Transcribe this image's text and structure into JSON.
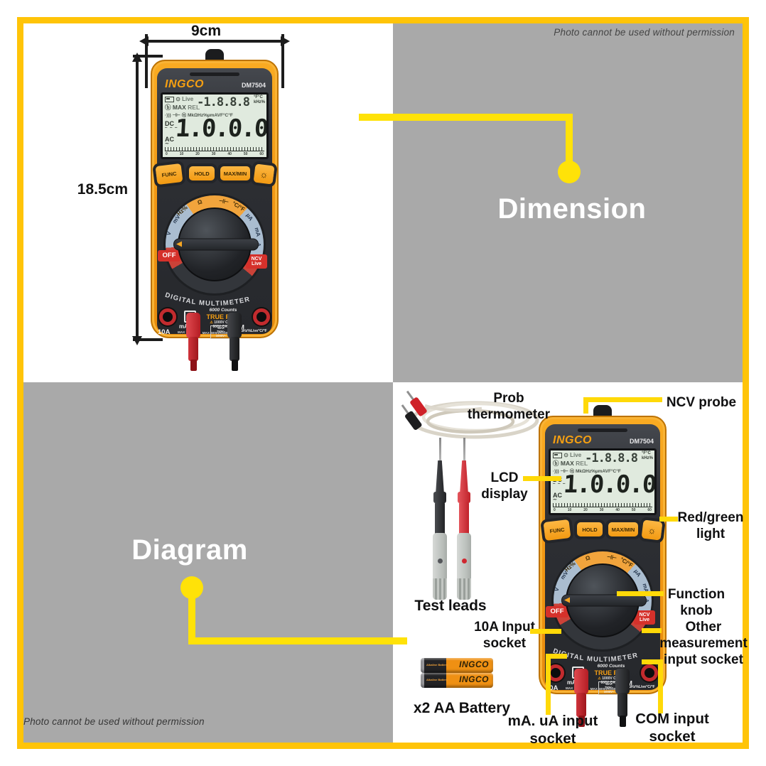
{
  "watermark": {
    "text": "Photo cannot be used without permission"
  },
  "dimension_panel": {
    "title": "Dimension",
    "width_label": "9cm",
    "height_label": "18.5cm"
  },
  "diagram_panel": {
    "title": "Diagram",
    "labels": {
      "prob_thermometer": "Prob thermometer",
      "ncv_probe": "NCV probe",
      "lcd_display": "LCD display",
      "red_green_light": "Red/green light",
      "function_knob": "Function knob",
      "test_leads": "Test leads",
      "input_10a": "10A Input socket",
      "other_input": "Other measurement input socket",
      "battery": "x2 AA Battery",
      "ma_ua_input": "mA. uA input socket",
      "com_input": "COM input socket"
    }
  },
  "meter": {
    "brand": "INGCO",
    "model": "DM7504",
    "icons": {
      "power": "⊙",
      "bluetooth": "ⓑ",
      "sound": "·)))",
      "diode": "⊣⊢",
      "hold": "Ⓗ",
      "light": "☼",
      "warning": "⚠"
    },
    "lcd": {
      "live": "Live",
      "ghost_digits": "-1.8.8.8",
      "unit_fc": "°F°C",
      "unit_khz": "kHz%",
      "max": "MAX",
      "rel": "REL",
      "units_row": "MkΩHz%µmAVF°C°F",
      "dc": "DC",
      "ac": "AC",
      "main_digits": "1.0.0.0",
      "scale_ticks": [
        "0",
        "10",
        "20",
        "30",
        "40",
        "50",
        "60"
      ]
    },
    "buttons": {
      "func": "FUNC",
      "hold": "HOLD",
      "maxmin": "MAX/MIN"
    },
    "dial": {
      "off": "OFF",
      "ncv_line1": "NCV",
      "ncv_line2": "Live",
      "top_segments": [
        "Hz%",
        "Ω",
        "⊣⊢",
        "°C/°F"
      ],
      "left_segments": [
        "mV",
        "V"
      ],
      "right_segments": [
        "µA",
        "mA",
        "A"
      ]
    },
    "arc_text": "DIGITAL MULTIMETER",
    "panel": {
      "counts": "6000 Counts",
      "true_rms": "TRUE RMS",
      "cat3": "1000V CAT III",
      "cat4": "600V CAT IV",
      "jack_10a": "10A",
      "max_10a": "MAX 10A/250V",
      "max_box": "MAX\n750V~\n1000V–",
      "v_units": "VΩHz%Live°C/°F",
      "jack_ma": "mA",
      "jack_com": "COM",
      "max_600": "MAX 600mA/250V"
    }
  }
}
